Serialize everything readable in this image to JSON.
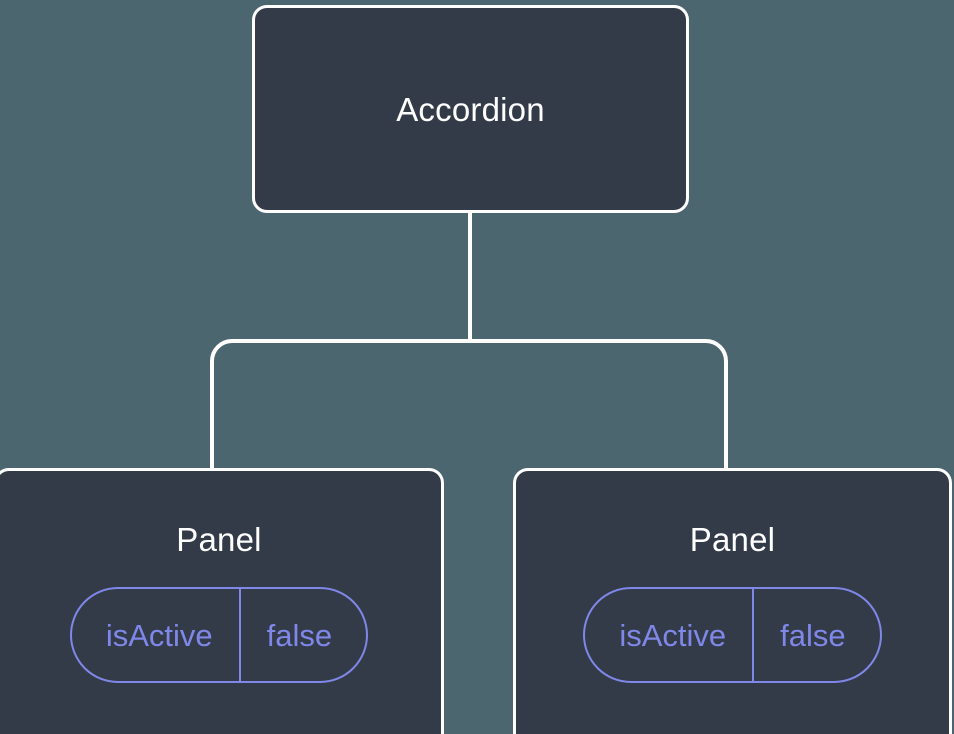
{
  "diagram": {
    "type": "component-tree",
    "background_color": "#4c6670",
    "node_fill_color": "#343b48",
    "node_border_color": "#ffffff",
    "edge_color": "#ffffff",
    "accent_color": "#7f87e8",
    "root": {
      "label": "Accordion"
    },
    "children": [
      {
        "label": "Panel",
        "state": {
          "key": "isActive",
          "value": "false"
        }
      },
      {
        "label": "Panel",
        "state": {
          "key": "isActive",
          "value": "false"
        }
      }
    ]
  }
}
